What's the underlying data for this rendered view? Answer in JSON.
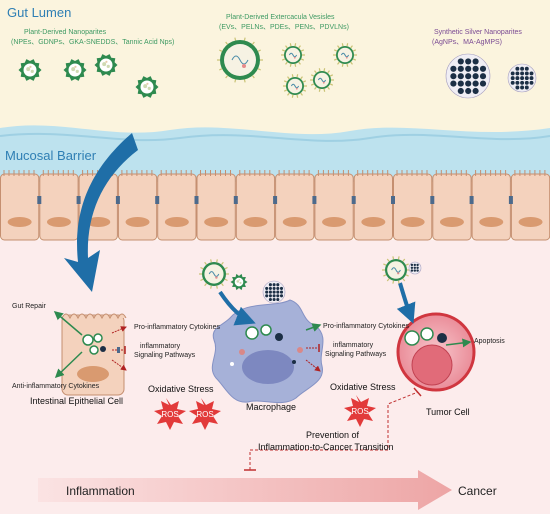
{
  "gut_lumen": {
    "title": "Gut Lumen",
    "plant_np": {
      "heading": "Plant-Derived Nanoparites",
      "examples": "(NPEs、GDNPs、GKA-SNEDDS、Tannic Acid Nps)"
    },
    "plant_ev": {
      "heading": "Plant-Derived Extercacula Vesisles",
      "examples": "(EVs、PELNs、PDEs、PENs、PDVLNs)"
    },
    "silver_np": {
      "heading": "Synthetic  Silver Nanoparites",
      "examples": "(AgNPs、MA-AgMPS)"
    }
  },
  "barrier": {
    "title": "Mucosal Barrier"
  },
  "epithelial": {
    "gut_repair": "Gut Repair",
    "pro_cytokines": "Pro-inflammatory Cytokines",
    "pathways_line1": "inflammatory",
    "pathways_line2": "Signaling Pathways",
    "anti_cytokines": "Anti-inflammatory Cytokines",
    "label": "Intestinal  Epithelial Cell",
    "oxidative": "Oxidative Stress",
    "ros_1": "ROS",
    "ros_2": "ROS"
  },
  "macrophage": {
    "pro_cytokines": "Pro-inflammatory Cytokines",
    "pathways_line1": "inflammatory",
    "pathways_line2": "Signaling Pathways",
    "label": "Macrophage",
    "oxidative": "Oxidative Stress",
    "ros": "ROS"
  },
  "tumor": {
    "apoptosis": "Apoptosis",
    "label": "Tumor Cell"
  },
  "bottom": {
    "prevention_line1": "Prevention of",
    "prevention_line2": "Inflammation-to-Cancer Transition",
    "start": "Inflammation",
    "end": "Cancer"
  },
  "colors": {
    "lumen_bg": "#fbf4de",
    "mucus": "#bde2ee",
    "epithelium": "#f4d2bd",
    "nucleus": "#d99a70",
    "lower_bg": "#fcecec",
    "blue_arrow": "#1f6ea7",
    "green_np": "#2e8a4f",
    "silver_np": "#1c2f45",
    "macrophage": "#a6b1d8",
    "tumor": "#ed9aa5",
    "ros_star": "#e23a3a",
    "gradient_arrow": "#f1b7b7"
  }
}
